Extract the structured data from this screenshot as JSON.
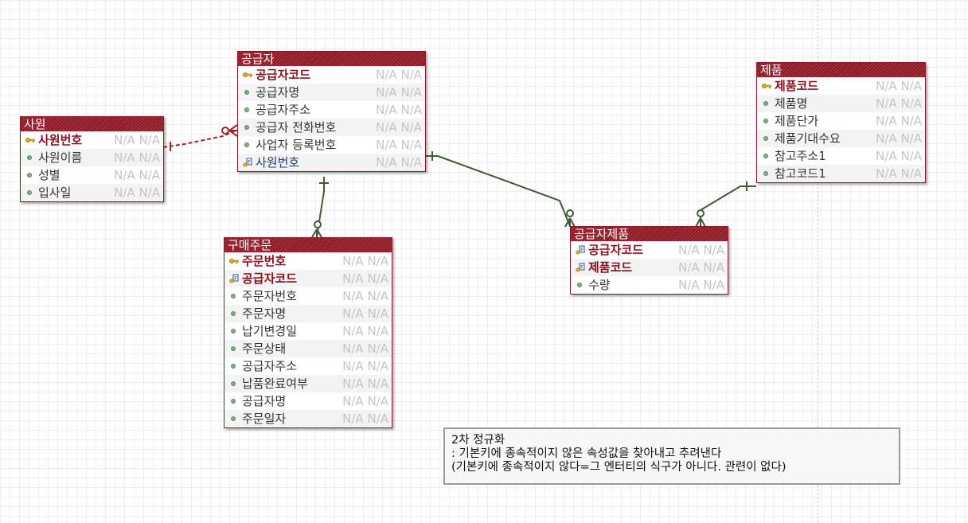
{
  "entities": {
    "employee": {
      "name": "사원",
      "attributes": [
        {
          "name": "사원번호",
          "key": "pk",
          "type": "N/A N/A"
        },
        {
          "name": "사원이름",
          "key": "",
          "type": "N/A N/A"
        },
        {
          "name": "성별",
          "key": "",
          "type": "N/A N/A"
        },
        {
          "name": "입사일",
          "key": "",
          "type": "N/A N/A"
        }
      ]
    },
    "supplier": {
      "name": "공급자",
      "attributes": [
        {
          "name": "공급자코드",
          "key": "pk",
          "type": "N/A N/A"
        },
        {
          "name": "공급자명",
          "key": "",
          "type": "N/A N/A"
        },
        {
          "name": "공급자주소",
          "key": "",
          "type": "N/A N/A"
        },
        {
          "name": "공급자 전화번호",
          "key": "",
          "type": "N/A N/A"
        },
        {
          "name": "사업자 등록번호",
          "key": "",
          "type": "N/A N/A"
        },
        {
          "name": "사원번호",
          "key": "fk",
          "type": "N/A N/A"
        }
      ]
    },
    "purchase_order": {
      "name": "구매주문",
      "attributes": [
        {
          "name": "주문번호",
          "key": "pk",
          "type": "N/A N/A"
        },
        {
          "name": "공급자코드",
          "key": "pkfk",
          "type": "N/A N/A"
        },
        {
          "name": "주문자번호",
          "key": "",
          "type": "N/A N/A"
        },
        {
          "name": "주문자명",
          "key": "",
          "type": "N/A N/A"
        },
        {
          "name": "납기변경일",
          "key": "",
          "type": "N/A N/A"
        },
        {
          "name": "주문상태",
          "key": "",
          "type": "N/A N/A"
        },
        {
          "name": "공급자주소",
          "key": "",
          "type": "N/A N/A"
        },
        {
          "name": "납품완료여부",
          "key": "",
          "type": "N/A N/A"
        },
        {
          "name": "공급자명",
          "key": "",
          "type": "N/A N/A"
        },
        {
          "name": "주문일자",
          "key": "",
          "type": "N/A N/A"
        }
      ]
    },
    "supplier_product": {
      "name": "공급자제품",
      "attributes": [
        {
          "name": "공급자코드",
          "key": "pkfk",
          "type": "N/A N/A"
        },
        {
          "name": "제품코드",
          "key": "pkfk",
          "type": "N/A N/A"
        },
        {
          "name": "수량",
          "key": "",
          "type": "N/A N/A"
        }
      ]
    },
    "product": {
      "name": "제품",
      "attributes": [
        {
          "name": "제품코드",
          "key": "pk",
          "type": "N/A N/A"
        },
        {
          "name": "제품명",
          "key": "",
          "type": "N/A N/A"
        },
        {
          "name": "제품단가",
          "key": "",
          "type": "N/A N/A"
        },
        {
          "name": "제품기대수요",
          "key": "",
          "type": "N/A N/A"
        },
        {
          "name": "참고주소1",
          "key": "",
          "type": "N/A N/A"
        },
        {
          "name": "참고코드1",
          "key": "",
          "type": "N/A N/A"
        }
      ]
    }
  },
  "relationships": [
    {
      "from": "employee",
      "to": "supplier",
      "identifying": false,
      "color": "#9b2b2b"
    },
    {
      "from": "supplier",
      "to": "purchase_order",
      "identifying": true,
      "color": "#3f5a35"
    },
    {
      "from": "supplier",
      "to": "supplier_product",
      "identifying": true,
      "color": "#3f5a35"
    },
    {
      "from": "product",
      "to": "supplier_product",
      "identifying": true,
      "color": "#3f5a35"
    }
  ],
  "note": {
    "lines": [
      "2차 정규화",
      ": 기본키에 종속적이지 않은 속성값을 찾아내고 추려낸다",
      "(기본키에 종속적이지 않다=그 엔터티의 식구가 아니다. 관련이 없다)"
    ]
  },
  "colors": {
    "entity_header": "#8f1622",
    "primary_key": "#8a0f1c",
    "foreign_key": "#1f3b6e",
    "identifying_line": "#3f5a35",
    "non_identifying_line": "#9b2b2b"
  },
  "icons": {
    "primary_key": "key-icon",
    "foreign_key": "fk-key-icon",
    "attribute": "attribute-dot-icon"
  }
}
